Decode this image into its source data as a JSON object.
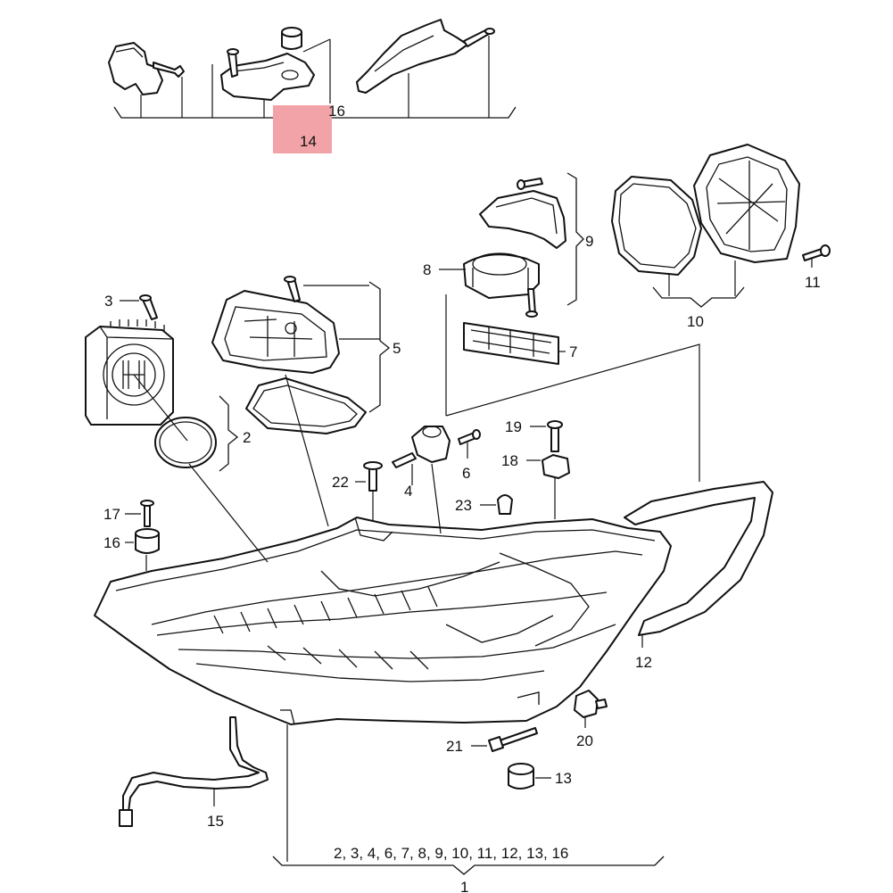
{
  "highlight_color": "#f2a3a8",
  "callouts": {
    "c1": "1",
    "c2": "2",
    "c3": "3",
    "c4": "4",
    "c5": "5",
    "c6": "6",
    "c7": "7",
    "c8": "8",
    "c9": "9",
    "c10": "10",
    "c11": "11",
    "c12": "12",
    "c13": "13",
    "c14": "14",
    "c15": "15",
    "c16_top": "16",
    "c16": "16",
    "c17": "17",
    "c18": "18",
    "c19": "19",
    "c20": "20",
    "c21": "21",
    "c22": "22",
    "c23": "23"
  },
  "assembly_list": "2, 3, 4, 6, 7, 8, 9, 10, 11, 12, 13, 16"
}
